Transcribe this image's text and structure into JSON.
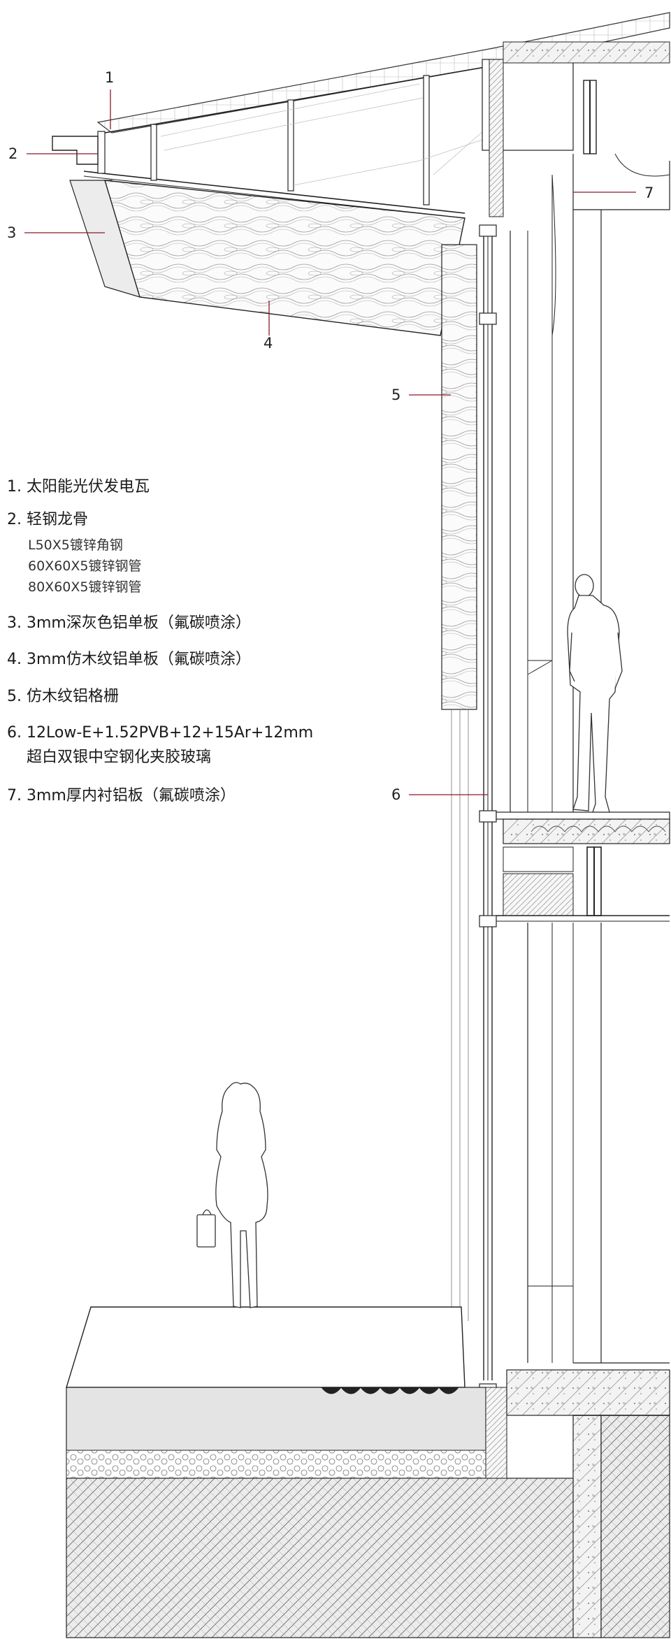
{
  "callouts": [
    {
      "number": "1"
    },
    {
      "number": "2"
    },
    {
      "number": "3"
    },
    {
      "number": "4"
    },
    {
      "number": "5"
    },
    {
      "number": "6"
    },
    {
      "number": "7"
    }
  ],
  "legend": {
    "items": [
      {
        "number": "1.",
        "text": "太阳能光伏发电瓦",
        "sub": []
      },
      {
        "number": "2.",
        "text": "轻钢龙骨",
        "sub": [
          "L50X5镀锌角钢",
          "60X60X5镀锌钢管",
          "80X60X5镀锌钢管"
        ]
      },
      {
        "number": "3.",
        "text": "3mm深灰色铝单板（氟碳喷涂）",
        "sub": []
      },
      {
        "number": "4.",
        "text": "3mm仿木纹铝单板（氟碳喷涂）",
        "sub": []
      },
      {
        "number": "5.",
        "text": "仿木纹铝格栅",
        "sub": []
      },
      {
        "number": "6.",
        "text": "12Low-E+1.52PVB+12+15Ar+12mm",
        "sub": [
          "超白双银中空钢化夹胶玻璃"
        ]
      },
      {
        "number": "7.",
        "text": "3mm厚内衬铝板（氟碳喷涂）",
        "sub": []
      }
    ]
  },
  "colors": {
    "leader": "#8b1a2b",
    "line": "#222222",
    "hatch": "#555555"
  },
  "figures": [
    {
      "icon": "man-silhouette-icon"
    },
    {
      "icon": "woman-silhouette-icon"
    }
  ]
}
